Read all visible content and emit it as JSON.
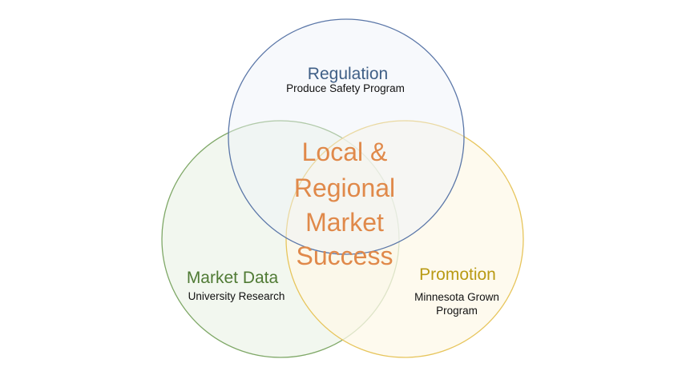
{
  "diagram": {
    "sets": [
      {
        "id": "regulation",
        "title": "Regulation",
        "subtitle_lines": [
          "Produce Safety Program"
        ],
        "stroke_color": "#5b77a8",
        "fill_color": "#eef1f8",
        "title_color": "#3f5f86"
      },
      {
        "id": "market-data",
        "title": "Market Data",
        "subtitle_lines": [
          "University Research"
        ],
        "stroke_color": "#7fa867",
        "fill_color": "#eef4ea",
        "title_color": "#4f7a34"
      },
      {
        "id": "promotion",
        "title": "Promotion",
        "subtitle_lines": [
          "Minnesota Grown",
          "Program"
        ],
        "stroke_color": "#e7c55c",
        "fill_color": "#fdf8e8",
        "title_color": "#b99a14"
      }
    ],
    "center": {
      "lines": [
        "Local &",
        "Regional",
        "Market",
        "Success"
      ],
      "color": "#e0894a"
    }
  }
}
